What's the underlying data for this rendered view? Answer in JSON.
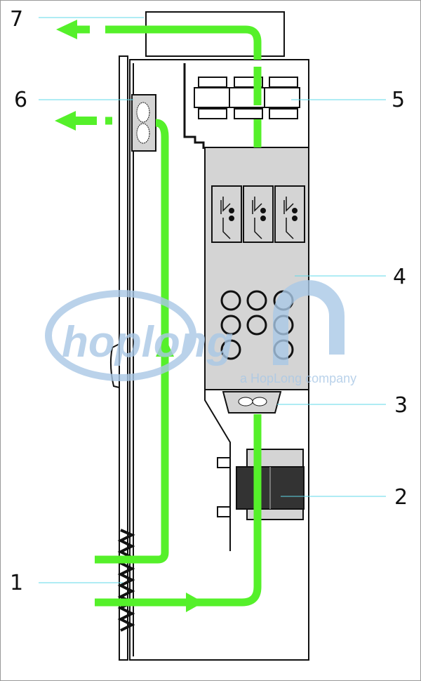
{
  "labels": {
    "l1": "1",
    "l2": "2",
    "l3": "3",
    "l4": "4",
    "l5": "5",
    "l6": "6",
    "l7": "7"
  },
  "watermark": {
    "brand": "hoplong",
    "tagline": "a HopLong company"
  },
  "colors": {
    "airflow": "#55f02a",
    "leader": "#5fd8e8",
    "component": "#d4d4d4",
    "watermark": "#a9c8e6"
  }
}
